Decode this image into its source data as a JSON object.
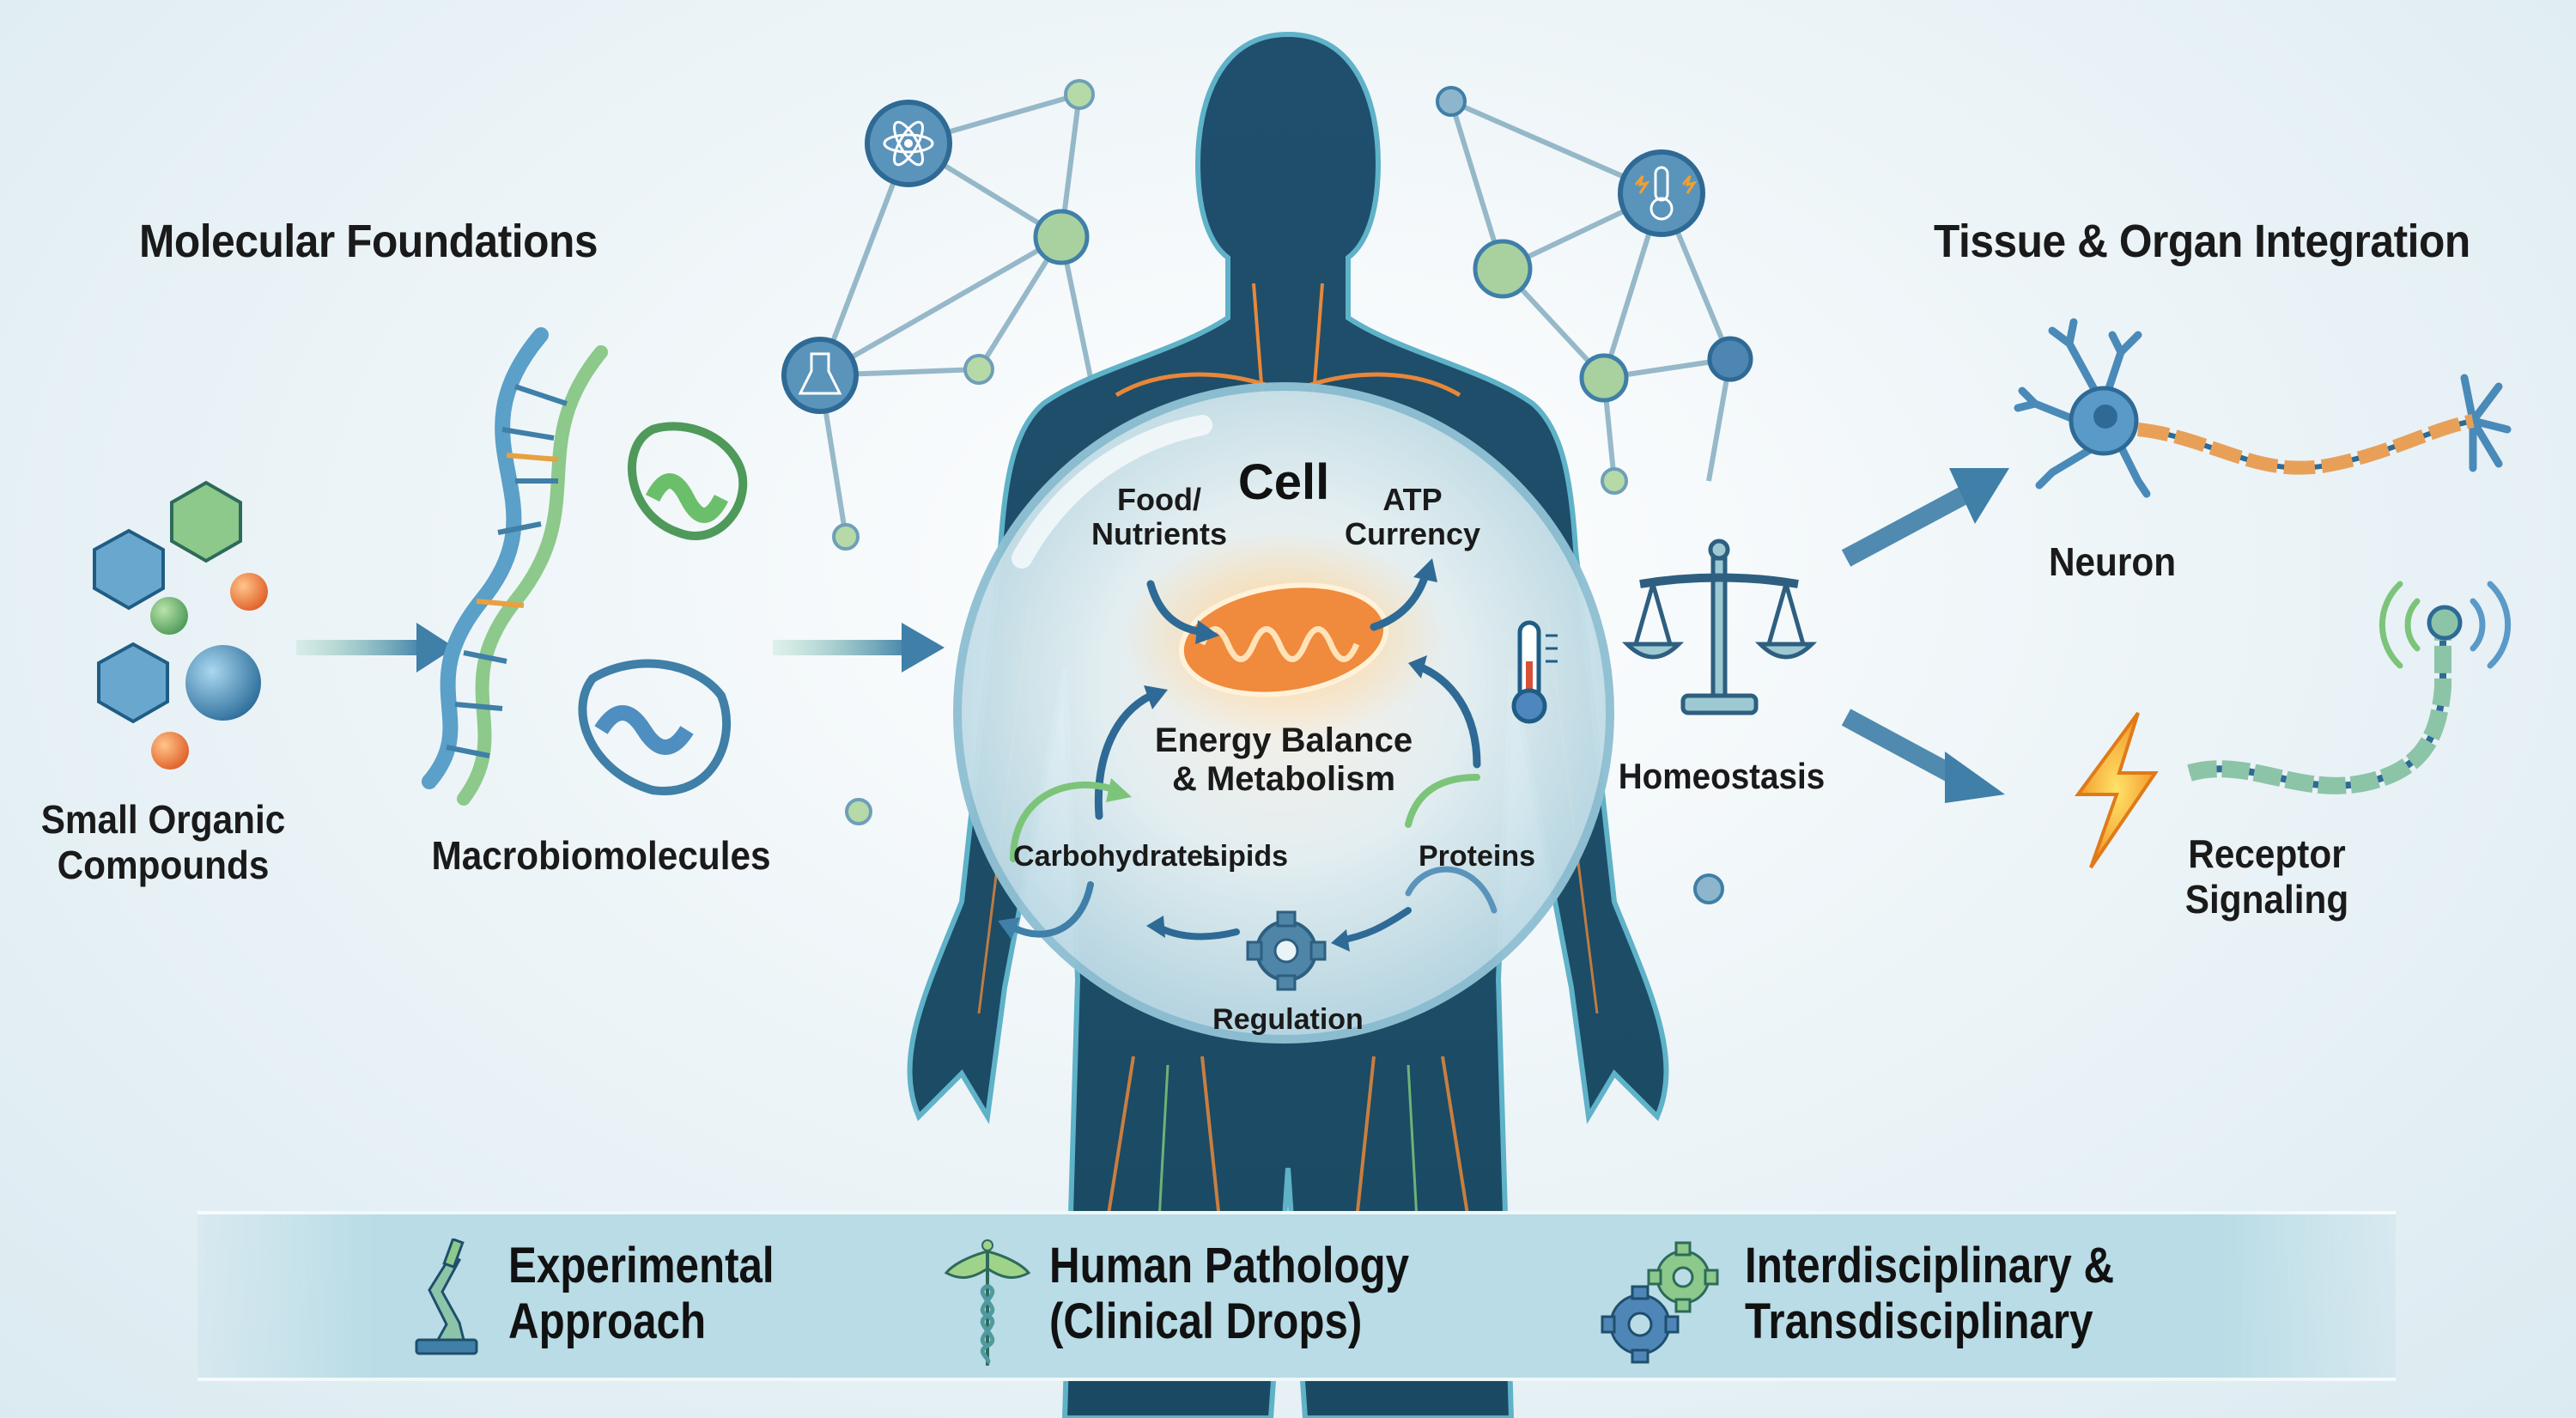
{
  "sections": {
    "left_heading": "Molecular Foundations",
    "right_heading": "Tissue & Organ Integration"
  },
  "molecular": {
    "small_compounds_line1": "Small Organic",
    "small_compounds_line2": "Compounds",
    "macro_label": "Macrobiomolecules"
  },
  "cell": {
    "title": "Cell",
    "food_line1": "Food/",
    "food_line2": "Nutrients",
    "atp_line1": "ATP",
    "atp_line2": "Currency",
    "energy_line1": "Energy Balance",
    "energy_line2": "& Metabolism",
    "carbs": "Carbohydrates",
    "lipids": "Lipids",
    "proteins": "Proteins",
    "regulation": "Regulation"
  },
  "integration": {
    "homeostasis": "Homeostasis",
    "neuron": "Neuron",
    "receptor_line1": "Receptor",
    "receptor_line2": "Signaling"
  },
  "approaches": [
    {
      "line1": "Experimental",
      "line2": "Approach",
      "icon": "microscope-icon"
    },
    {
      "line1": "Human Pathology",
      "line2": "(Clinical Drops)",
      "icon": "caduceus-icon"
    },
    {
      "line1": "Interdisciplinary &",
      "line2": "Transdisciplinary",
      "icon": "gears-icon"
    }
  ],
  "colors": {
    "body_dark": "#1d4a66",
    "accent_blue": "#3f7fa8",
    "accent_green": "#8cc48a",
    "mitochondria": "#f08a3c",
    "band": "#b9dce6"
  }
}
